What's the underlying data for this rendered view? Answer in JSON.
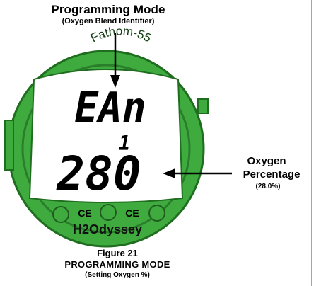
{
  "callout_top": {
    "title": "Programming Mode",
    "subtitle": "(Oxygen Blend Identifier)"
  },
  "callout_right": {
    "line1": "Oxygen",
    "line2": "Percentage",
    "line3": "(28.0%)"
  },
  "device": {
    "brand_arc_text": "Fathom-55",
    "display_top": "EAn",
    "display_index": "1",
    "display_value": "280",
    "mark1": "CE",
    "mark2": "CE",
    "maker": "H2Odyssey",
    "colors": {
      "bezel": "#3fab3f",
      "bezel_dark": "#2a7d2a",
      "lcd": "#ffffff",
      "segment": "#000000"
    }
  },
  "caption": {
    "figure": "Figure 21",
    "title": "PROGRAMMING MODE",
    "subtitle": "(Setting Oxygen %)"
  }
}
